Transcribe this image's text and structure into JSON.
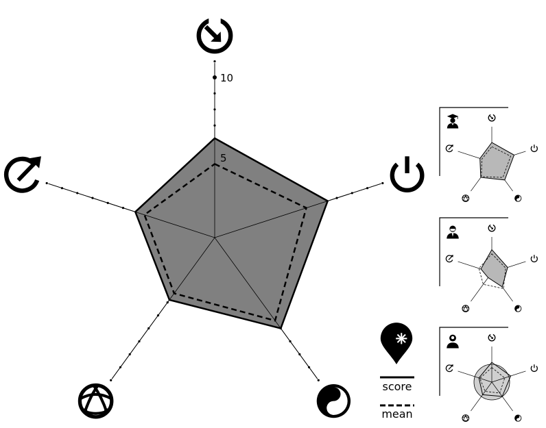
{
  "chart_data": {
    "type": "radar",
    "axes": [
      {
        "icon": "clock-arrow-icon"
      },
      {
        "icon": "power-icon"
      },
      {
        "icon": "yin-yang-icon"
      },
      {
        "icon": "sphere-network-icon"
      },
      {
        "icon": "gauge-arrow-icon"
      }
    ],
    "range": [
      0,
      12
    ],
    "tick_labels": [
      {
        "value": 5,
        "label": "5"
      },
      {
        "value": 10,
        "label": "10"
      }
    ],
    "series": [
      {
        "values": [
          6.2,
          7.4,
          7.0,
          4.8,
          5.2
        ],
        "style": "solid-filled",
        "fill": "#808080"
      },
      {
        "values": [
          4.6,
          6.0,
          6.4,
          4.3,
          4.6
        ],
        "style": "dashed"
      }
    ],
    "mini_charts": [
      {
        "icon": "graduate-icon",
        "values": [
          3.8,
          4.5,
          4.2,
          3.6,
          2.4
        ],
        "mean": [
          3.0,
          3.8,
          3.6,
          3.4,
          2.0
        ],
        "circle": false
      },
      {
        "icon": "business-person-icon",
        "values": [
          4.4,
          3.2,
          3.4,
          1.2,
          2.2
        ],
        "mean": [
          3.6,
          2.8,
          3.8,
          2.8,
          2.6
        ],
        "circle": false
      },
      {
        "icon": "idea-person-icon",
        "values": [
          3.8,
          3.8,
          3.4,
          3.0,
          2.6
        ],
        "mean": [
          2.8,
          2.6,
          2.6,
          2.2,
          2.4
        ],
        "circle": true
      }
    ],
    "legend": {
      "icon": "location-pin-icon",
      "solid_label": "score",
      "dashed_label": "mean"
    }
  }
}
